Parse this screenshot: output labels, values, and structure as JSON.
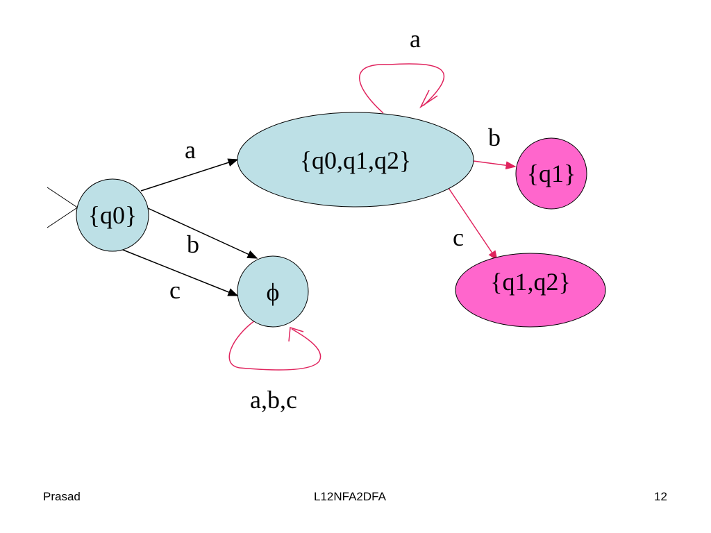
{
  "colors": {
    "start_state_fill": "#bde0e6",
    "final_state_fill": "#ff66cc",
    "black_edge": "#000000",
    "pink_edge": "#e0245e"
  },
  "states": {
    "q0": "{q0}",
    "q0q1q2": "{q0,q1,q2}",
    "phi": "ϕ",
    "q1": "{q1}",
    "q1q2": "{q1,q2}"
  },
  "edges": {
    "q0_to_q0q1q2": "a",
    "q0_to_phi_b": "b",
    "q0_to_phi_c": "c",
    "q0q1q2_self": "a",
    "q0q1q2_to_q1": "b",
    "q0q1q2_to_q1q2": "c",
    "phi_self": "a,b,c"
  },
  "footer": {
    "author": "Prasad",
    "title": "L12NFA2DFA",
    "page": "12"
  }
}
